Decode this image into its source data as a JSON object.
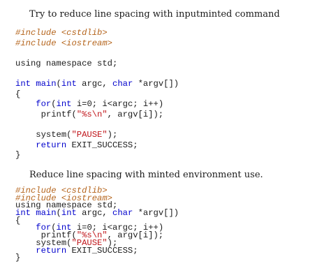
{
  "section1": {
    "heading": "Try to reduce line spacing with inputminted command",
    "lines": [
      [
        {
          "t": "#include <cstdlib>",
          "c": "pre"
        }
      ],
      [
        {
          "t": "#include <iostream>",
          "c": "pre"
        }
      ],
      [],
      [
        {
          "t": "using namespace std;",
          "c": ""
        }
      ],
      [],
      [
        {
          "t": "int",
          "c": "kw"
        },
        {
          "t": " ",
          "c": ""
        },
        {
          "t": "main",
          "c": "fn"
        },
        {
          "t": "(",
          "c": ""
        },
        {
          "t": "int",
          "c": "kw"
        },
        {
          "t": " argc, ",
          "c": ""
        },
        {
          "t": "char",
          "c": "kw"
        },
        {
          "t": " *argv[])",
          "c": ""
        }
      ],
      [
        {
          "t": "{",
          "c": ""
        }
      ],
      [
        {
          "t": "    ",
          "c": ""
        },
        {
          "t": "for",
          "c": "kw"
        },
        {
          "t": "(",
          "c": ""
        },
        {
          "t": "int",
          "c": "kw"
        },
        {
          "t": " i=0; i<argc; i++)",
          "c": ""
        }
      ],
      [
        {
          "t": "     printf(",
          "c": ""
        },
        {
          "t": "\"%s\\n\"",
          "c": "str"
        },
        {
          "t": ", argv[i]);",
          "c": ""
        }
      ],
      [],
      [
        {
          "t": "    system(",
          "c": ""
        },
        {
          "t": "\"PAUSE\"",
          "c": "str"
        },
        {
          "t": ");",
          "c": ""
        }
      ],
      [
        {
          "t": "    ",
          "c": ""
        },
        {
          "t": "return",
          "c": "kw"
        },
        {
          "t": " EXIT_SUCCESS;",
          "c": ""
        }
      ],
      [
        {
          "t": "}",
          "c": ""
        }
      ]
    ]
  },
  "section2": {
    "heading": "Reduce line spacing with minted environment use.",
    "lines": [
      [
        {
          "t": "#include <cstdlib>",
          "c": "pre"
        }
      ],
      [
        {
          "t": "#include <iostream>",
          "c": "pre"
        }
      ],
      [
        {
          "t": "using namespace std;",
          "c": ""
        }
      ],
      [
        {
          "t": "int",
          "c": "kw"
        },
        {
          "t": " ",
          "c": ""
        },
        {
          "t": "main",
          "c": "fn"
        },
        {
          "t": "(",
          "c": ""
        },
        {
          "t": "int",
          "c": "kw"
        },
        {
          "t": " argc, ",
          "c": ""
        },
        {
          "t": "char",
          "c": "kw"
        },
        {
          "t": " *argv[])",
          "c": ""
        }
      ],
      [
        {
          "t": "{",
          "c": ""
        }
      ],
      [
        {
          "t": "    ",
          "c": ""
        },
        {
          "t": "for",
          "c": "kw"
        },
        {
          "t": "(",
          "c": ""
        },
        {
          "t": "int",
          "c": "kw"
        },
        {
          "t": " i=0; i<argc; i++)",
          "c": ""
        }
      ],
      [
        {
          "t": "     printf(",
          "c": ""
        },
        {
          "t": "\"%s\\n\"",
          "c": "str"
        },
        {
          "t": ", argv[i]);",
          "c": ""
        }
      ],
      [
        {
          "t": "    system(",
          "c": ""
        },
        {
          "t": "\"PAUSE\"",
          "c": "str"
        },
        {
          "t": ");",
          "c": ""
        }
      ],
      [
        {
          "t": "    ",
          "c": ""
        },
        {
          "t": "return",
          "c": "kw"
        },
        {
          "t": " EXIT_SUCCESS;",
          "c": ""
        }
      ],
      [
        {
          "t": "}",
          "c": ""
        }
      ]
    ]
  },
  "colors": {
    "preprocessor": "#b5651d",
    "keyword": "#0000cc",
    "string": "#c0161b",
    "text": "#1a1a1a"
  }
}
